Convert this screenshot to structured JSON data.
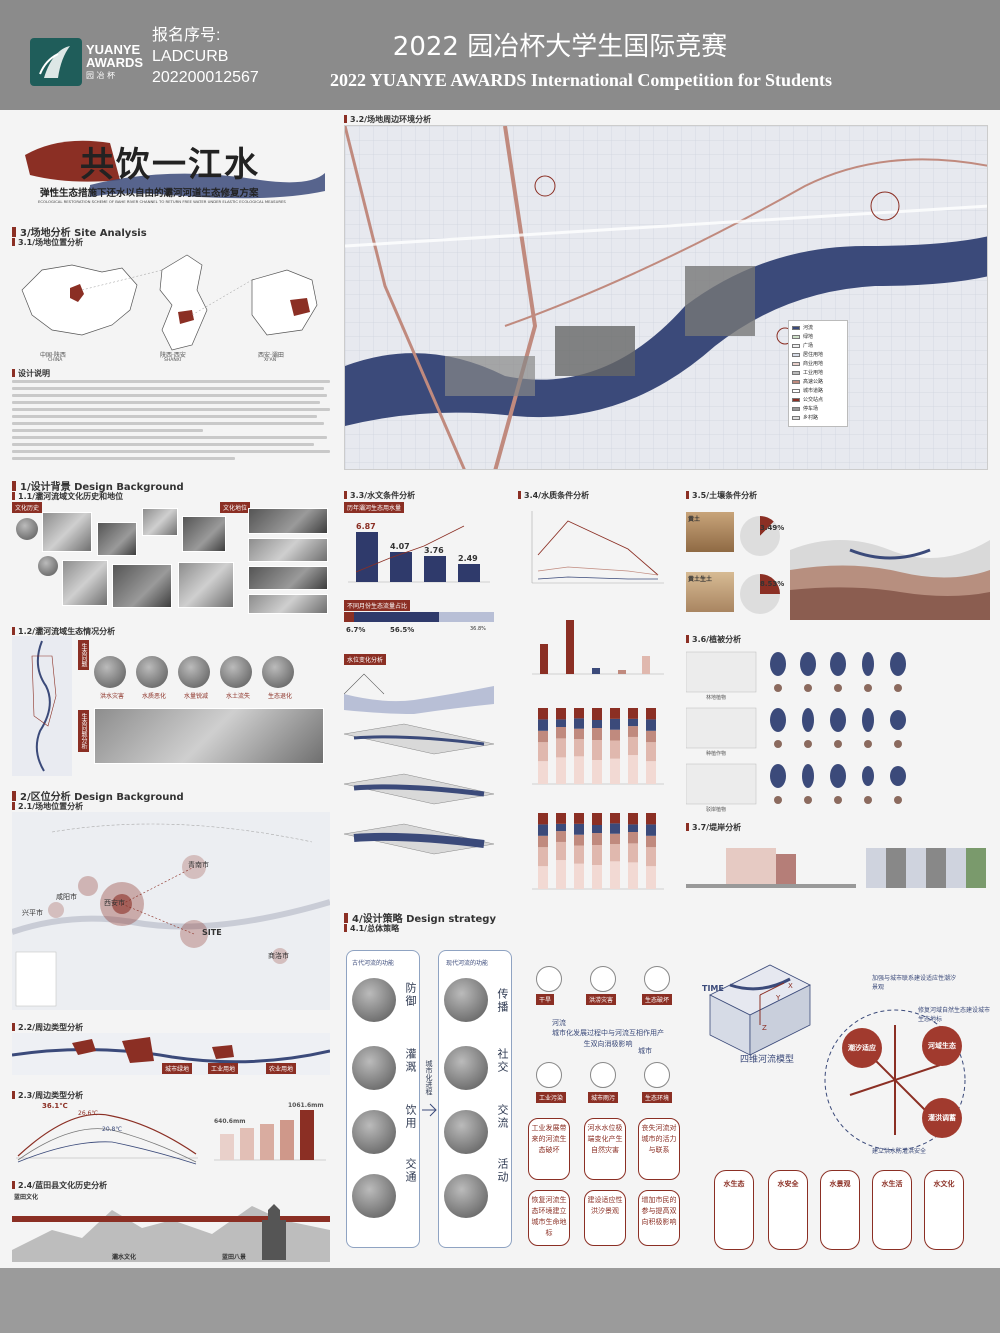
{
  "header": {
    "logo_line1": "YUANYE",
    "logo_line2": "AWARDS",
    "logo_sub": "园 冶 杯",
    "reg_label": "报名序号:",
    "reg_code": "LADCURB",
    "reg_number": "202200012567",
    "title_cn": "2022 园冶杯大学生国际竞赛",
    "title_en": "2022 YUANYE AWARDS International Competition for  Students"
  },
  "project": {
    "title_cn": "共饮一江水",
    "subtitle_cn": "弹性生态措施下还水以自由的灞河河道生态修复方案",
    "subtitle_en": "ECOLOGICAL RESTORATION SCHEME OF BAHE RIVER CHANNEL TO RETURN FREE WATER UNDER ELASTIC ECOLOGICAL MEASURES"
  },
  "sections": {
    "s3": "3/场地分析 Site Analysis",
    "s31": "3.1/场地位置分析",
    "s31_labels": [
      "中国·陕西",
      "CHINA",
      "陕西·西安",
      "SHANXI",
      "西安·灞田",
      "XI'AN"
    ],
    "design_note": "设计说明",
    "s1": "1/设计背景 Design Background",
    "s11": "1.1/灞河流域文化历史和地位",
    "s11_tags": [
      "文化历史",
      "文化地位"
    ],
    "s12": "1.2/灞河流域生态情况分析",
    "s12_tags": [
      "生态问题",
      "生态问题分析"
    ],
    "s12_circles": [
      "洪水灾害",
      "水质恶化",
      "水量锐减",
      "水土流失",
      "生态退化"
    ],
    "s2": "2/区位分析 Design Background",
    "s21": "2.1/场地位置分析",
    "map_cities": [
      "青南市",
      "咸阳市",
      "西安市",
      "兴平市",
      "SITE",
      "商洛市"
    ],
    "s22": "2.2/周边类型分析",
    "s22_tags": [
      "城市绿地",
      "工业用地",
      "农业用地"
    ],
    "s23": "2.3/周边类型分析",
    "s23_temps": [
      "36.1℃",
      "26.6℃",
      "20.8℃"
    ],
    "s23_rain": [
      "640.6mm",
      "1061.6mm"
    ],
    "s24": "2.4/蓝田县文化历史分析",
    "s24_tags": [
      "蓝田文化",
      "灞水文化",
      "蓝田八景"
    ],
    "s32": "3.2/场地周边环境分析",
    "s33": "3.3/水文条件分析",
    "s33_tags": [
      "历年灞河生态用水量",
      "不同月份生态流量占比",
      "水位变化分析"
    ],
    "s34": "3.4/水质条件分析",
    "s35": "3.5/土壤条件分析",
    "s35_soils": [
      "黄土",
      "黄土生土"
    ],
    "s35_pct": [
      "3.49%",
      "8.53%"
    ],
    "s36": "3.6/植被分析",
    "s36_rows": [
      "林地植物",
      "种植作物",
      "驳岸植物"
    ],
    "s37": "3.7/堤岸分析",
    "s4": "4/设计策略 Design strategy",
    "s41": "4.1/总体策略"
  },
  "map_legend": [
    "河流",
    "绿地",
    "广场",
    "居住用地",
    "商业用地",
    "工业用地",
    "高速公路",
    "城市道路",
    "公交站点",
    "停车场",
    "乡村路"
  ],
  "hydro": {
    "values": [
      "6.87",
      "4.07",
      "3.76",
      "2.49"
    ],
    "percents": [
      "6.7%",
      "56.5%",
      "36.8%"
    ]
  },
  "strategy": {
    "ancient": "古代河流的功能",
    "modern": "现代河流的功能",
    "ancient_funcs": [
      "防御",
      "灌溉",
      "饮用",
      "交通"
    ],
    "modern_funcs": [
      "传播",
      "社交",
      "交流",
      "活动"
    ],
    "process": "城市化进程",
    "center": "城市化发展过程中与河流互相作用产生双向消极影响",
    "river": "河流",
    "city": "城市",
    "problem_icons": [
      "干旱",
      "洪涝灾害",
      "生态破坏",
      "工业污染",
      "城市雨污",
      "生态环境"
    ],
    "problems": [
      "工业发展带来的河流生态破坏",
      "河水水位极端变化产生自然灾害",
      "丧失河流对城市的活力与联系"
    ],
    "solutions": [
      "恢复河流生态环境建立城市生命地标",
      "建设适应性洪汐景观",
      "增加市民的参与提高双向积极影响"
    ],
    "model": "四维河流模型",
    "model_axes": [
      "TIME",
      "X",
      "Y",
      "Z"
    ],
    "cycle": [
      "潮汐适应",
      "河域生态",
      "灌洪调蓄"
    ],
    "cycle_notes": [
      "加强与城市联系建设适应性潮汐景观",
      "修复河域自然生态建设城市生态地标",
      "建立洪水防灌洪安全"
    ],
    "goals": [
      "水生态",
      "水安全",
      "水景观",
      "水生活",
      "水文化"
    ]
  },
  "colors": {
    "accent": "#8b2f24",
    "river": "#3b4a7a",
    "header": "#8b8b8b"
  }
}
